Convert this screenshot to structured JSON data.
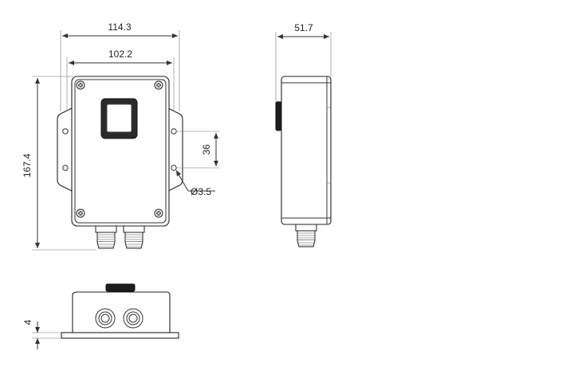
{
  "dimensions": {
    "overall_width": "114.3",
    "inner_width": "102.2",
    "height": "167.4",
    "hole_spacing": "36",
    "hole_diameter": "Ø3.5",
    "depth": "51.7",
    "flange_thickness": "4"
  }
}
